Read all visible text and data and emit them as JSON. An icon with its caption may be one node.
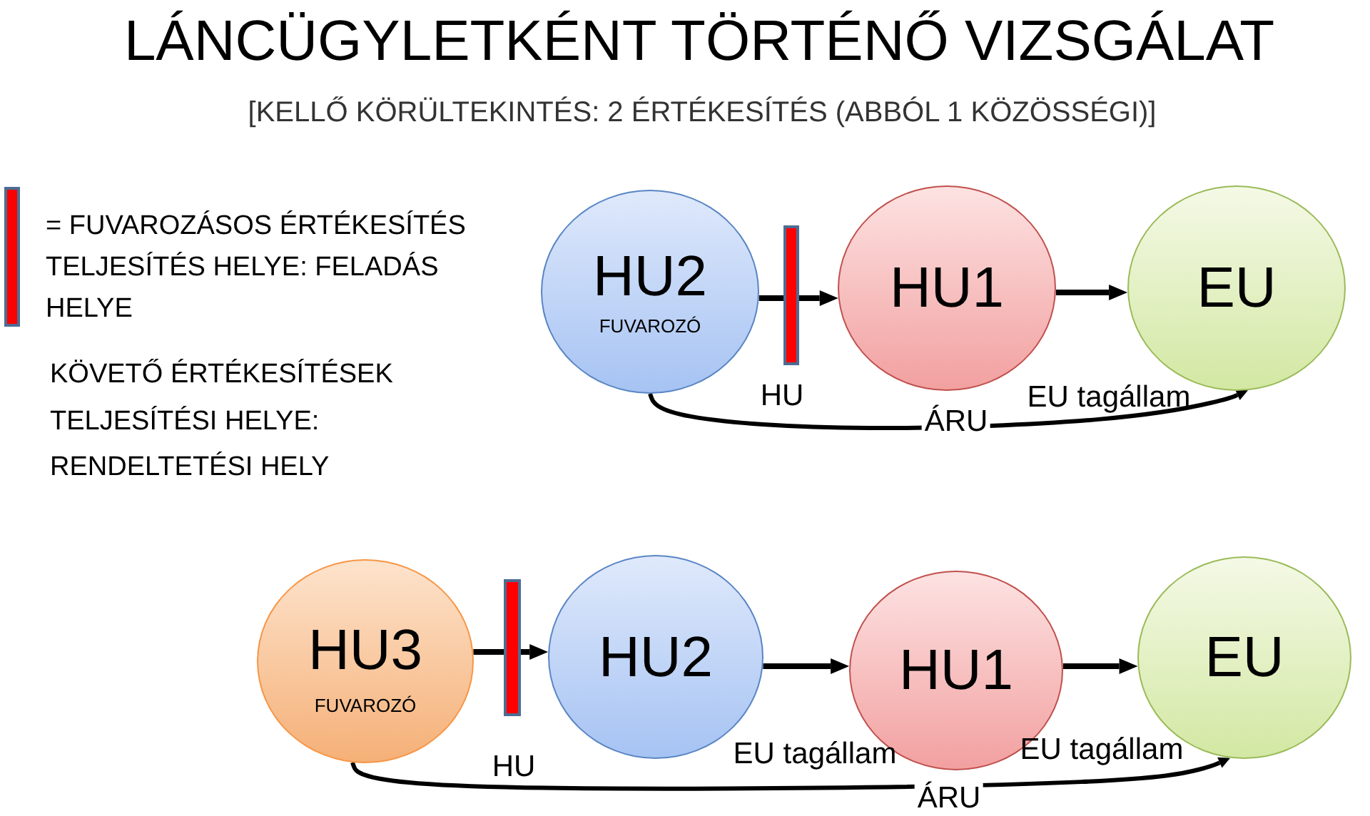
{
  "diagram": {
    "title": "LÁNCÜGYLETKÉNT TÖRTÉNŐ VIZSGÁLAT",
    "nodes": [
      {
        "text": [
          "HU2",
          "FUVAROZÓ"
        ]
      },
      {
        "text": [],
        "shape": "bar"
      },
      {
        "text": [
          "HU1"
        ]
      },
      {
        "text": [
          "EU"
        ]
      },
      {
        "text": [
          "HU3",
          "FUVAROZÓ"
        ]
      },
      {
        "text": [],
        "shape": "bar"
      },
      {
        "text": [
          "HU2"
        ]
      },
      {
        "text": [
          "HU1"
        ]
      },
      {
        "text": [
          "EU"
        ]
      }
    ],
    "edges": [
      {
        "from": 0,
        "to": 1,
        "arrow": "none"
      },
      {
        "from": 1,
        "to": 2,
        "arrow": "to"
      },
      {
        "from": 2,
        "to": 3,
        "arrow": "to"
      },
      {
        "from": 0,
        "to": 3,
        "arrow": "to",
        "label": "ÁRU"
      },
      {
        "from": 4,
        "to": 5,
        "arrow": "none"
      },
      {
        "from": 5,
        "to": 6,
        "arrow": "to"
      },
      {
        "from": 6,
        "to": 7,
        "arrow": "to"
      },
      {
        "from": 7,
        "to": 8,
        "arrow": "to"
      },
      {
        "from": 4,
        "to": 8,
        "arrow": "to",
        "label": "ÁRU"
      }
    ],
    "labels": [
      "[KELLŐ KÖRÜLTEKINTÉS: 2 ÉRTÉKESÍTÉS (ABBÓL 1 KÖZÖSSÉGI)]",
      "KÖVETŐ ÉRTÉKESÍTÉSEK TELJESÍTÉSI HELYE: RENDELTETÉSI HELY",
      "HU",
      "EU tagállam",
      "HU",
      "EU tagállam",
      "EU tagállam"
    ],
    "legend": [
      {
        "text": "= FUVAROZÁSOS ÉRTÉKESÍTÉS TELJESÍTÉS HELYE: FELADÁS HELYE",
        "color": "#ff0000"
      }
    ]
  }
}
